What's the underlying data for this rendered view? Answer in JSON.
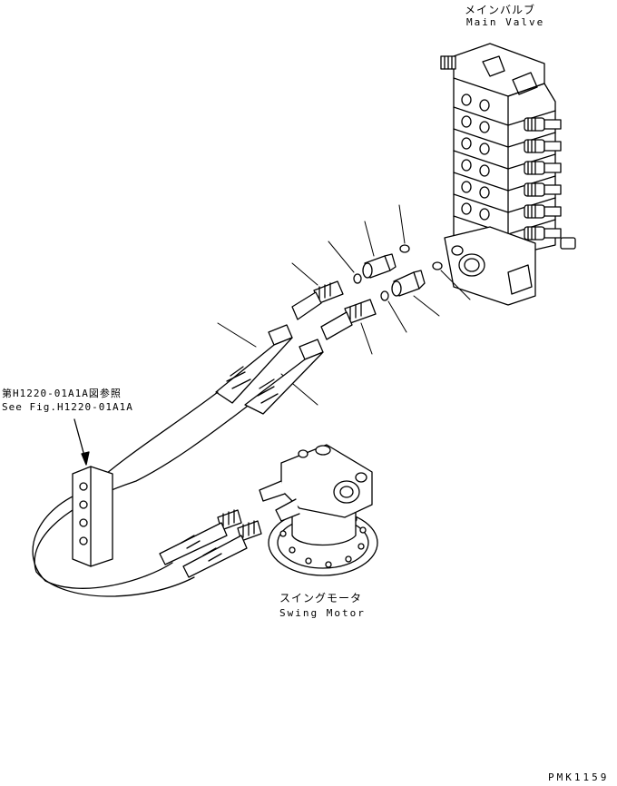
{
  "labels": {
    "main_valve_jp": "メインバルブ",
    "main_valve_en": "Main Valve",
    "swing_motor_jp": "スイングモータ",
    "swing_motor_en": "Swing Motor",
    "reference_jp": "第H1220-01A1A図参照",
    "reference_en": "See Fig.H1220-01A1A",
    "drawing_code": "PMK1159"
  }
}
